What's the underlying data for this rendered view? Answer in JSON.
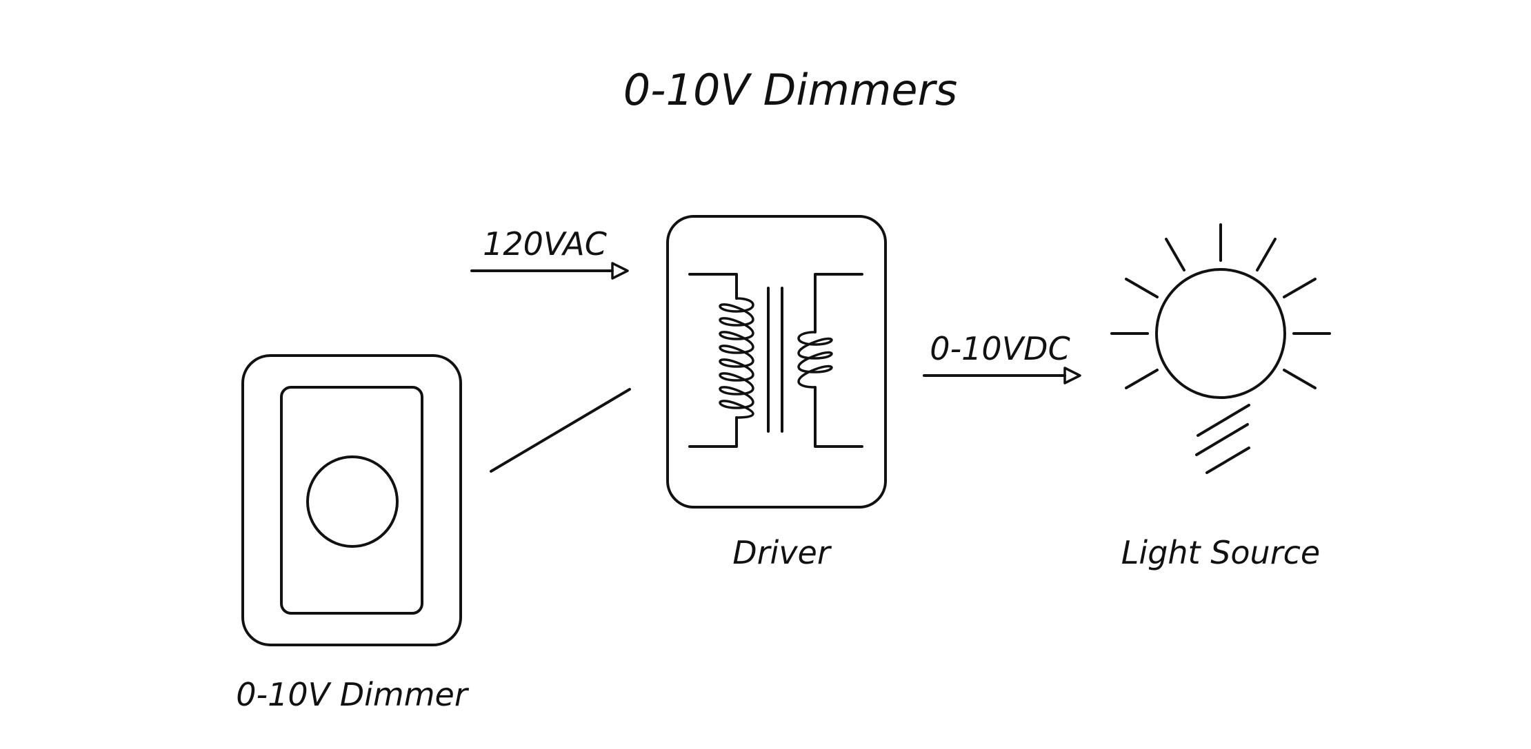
{
  "diagram": {
    "title": "0-10V Dimmers",
    "components": {
      "dimmer": {
        "label": "0-10V Dimmer"
      },
      "driver": {
        "label": "Driver"
      },
      "light": {
        "label": "Light Source"
      }
    },
    "signals": {
      "input": {
        "label": "120VAC"
      },
      "output": {
        "label": "0-10VDC"
      }
    },
    "colors": {
      "line": "#111111",
      "background": "#ffffff"
    }
  }
}
